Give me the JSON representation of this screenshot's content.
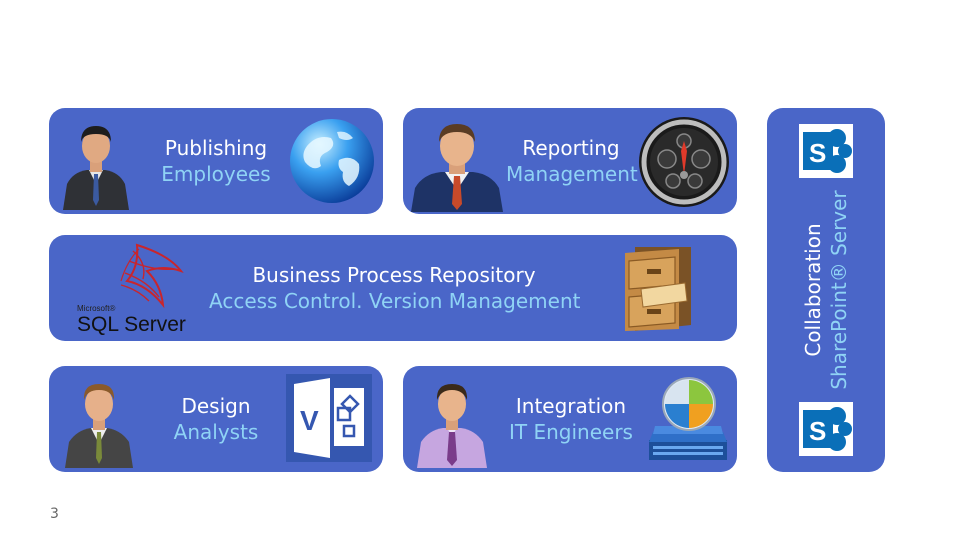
{
  "tiles": {
    "publishing": {
      "title": "Publishing",
      "subtitle": "Employees"
    },
    "reporting": {
      "title": "Reporting",
      "subtitle": "Management"
    },
    "repository": {
      "title": "Business Process Repository",
      "subtitle": "Access Control. Version Management",
      "logo_small": "Microsoft®",
      "logo_main": "SQL Server"
    },
    "design": {
      "title": "Design",
      "subtitle": "Analysts"
    },
    "integration": {
      "title": "Integration",
      "subtitle": "IT Engineers"
    },
    "collaboration": {
      "title": "Collaboration",
      "subtitle": "SharePoint® Server"
    }
  },
  "icons": {
    "publishing_person": "businessman-icon",
    "publishing_globe": "globe-icon",
    "reporting_person": "manager-icon",
    "reporting_dashboard": "dashboard-gauge-icon",
    "repository_logo": "sql-server-logo-icon",
    "repository_cabinet": "file-cabinet-icon",
    "design_person": "analyst-icon",
    "design_visio": "visio-icon",
    "integration_person": "engineer-icon",
    "integration_server": "integration-server-icon",
    "sharepoint_top": "sharepoint-icon",
    "sharepoint_bottom": "sharepoint-icon"
  },
  "colors": {
    "tile_bg": "#4a66c8",
    "title": "#ffffff",
    "subtitle": "#8fd3f5"
  },
  "page_number": "3"
}
